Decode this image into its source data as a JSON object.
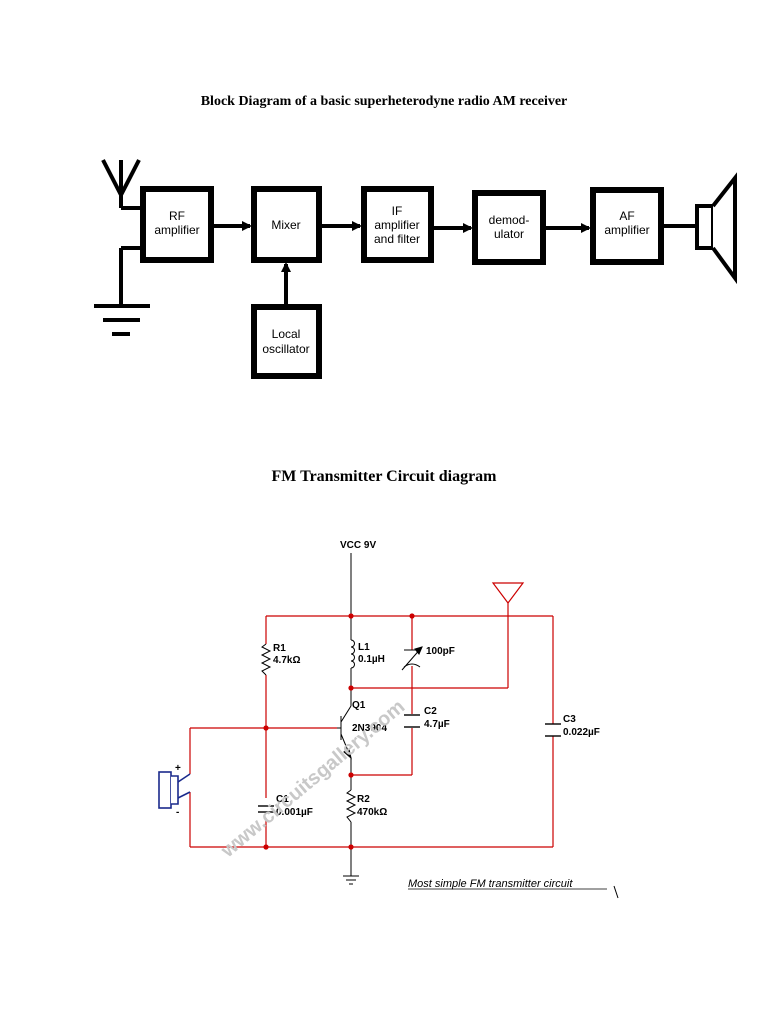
{
  "block_diagram": {
    "title": "Block Diagram of a basic superheterodyne radio AM receiver",
    "blocks": {
      "rf": [
        "RF",
        "amplifier"
      ],
      "mixer": [
        "Mixer"
      ],
      "if": [
        "IF",
        "amplifier",
        "and filter"
      ],
      "demod": [
        "demod-",
        "ulator"
      ],
      "af": [
        "AF",
        "amplifier"
      ],
      "lo": [
        "Local",
        "oscillator"
      ]
    }
  },
  "fm_circuit": {
    "title": "FM Transmitter Circuit diagram",
    "vcc": "VCC 9V",
    "r1": {
      "name": "R1",
      "value": "4.7kΩ"
    },
    "l1": {
      "name": "L1",
      "value": "0.1µH"
    },
    "vc": {
      "value": "100pF"
    },
    "q1": {
      "name": "Q1",
      "part": "2N3904"
    },
    "c2": {
      "name": "C2",
      "value": "4.7µF"
    },
    "c3": {
      "name": "C3",
      "value": "0.022µF"
    },
    "c1": {
      "name": "C1",
      "value": "0.001µF"
    },
    "r2": {
      "name": "R2",
      "value": "470kΩ"
    },
    "mic_plus": "+",
    "mic_minus": "-",
    "watermark": "www.circuitsgallery.com",
    "caption": "Most simple FM transmitter circuit",
    "colors": {
      "wire": "#cc0000",
      "component": "#000000",
      "mic": "#1a2a8c",
      "watermark": "#c8c8c8"
    }
  }
}
